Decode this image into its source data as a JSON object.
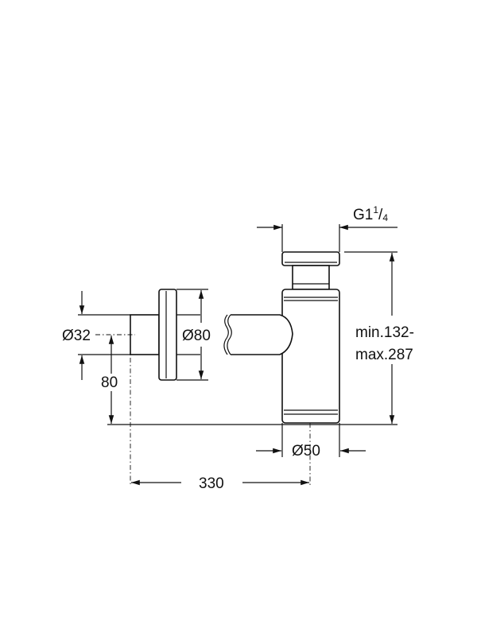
{
  "dimensions": {
    "thread": {
      "base": "G1",
      "fraction_num": "1",
      "fraction_den": "4"
    },
    "height_min": "min.132-",
    "height_max": "max.287",
    "pipe_diameter": "Ø32",
    "rosette_diameter": "Ø80",
    "outlet_height": "80",
    "body_diameter": "Ø50",
    "wall_distance": "330"
  }
}
